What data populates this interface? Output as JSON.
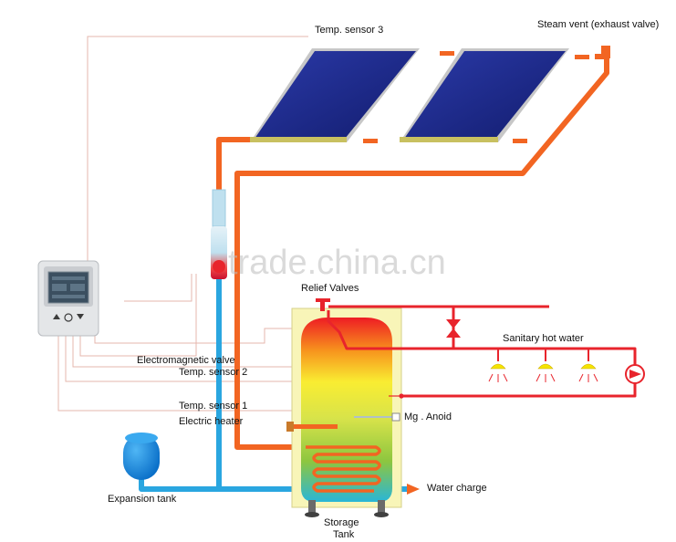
{
  "labels": {
    "sensor3": "Temp. sensor 3",
    "steam_vent": "Steam vent (exhaust valve)",
    "relief_valves": "Relief Valves",
    "sanitary_hot_water": "Sanitary hot water",
    "electromagnetic_valve": "Electromagnetic valve",
    "sensor2": "Temp. sensor 2",
    "sensor1": "Temp. sensor 1",
    "electric_heater": "Electric heater",
    "mg_anoid": "Mg . Anoid",
    "water_charge": "Water charge",
    "expansion_tank": "Expansion tank",
    "storage_line1": "Storage",
    "storage_line2": "Tank"
  },
  "watermark": "trade.china.cn",
  "colors": {
    "hot_pipe": "#f26522",
    "cold_pipe": "#2aa6e0",
    "sanitary_pipe": "#e8242c",
    "collector": "#1b2a8a",
    "tank_frame": "#f7f3b3",
    "expansion_tank": "#1a8fe0",
    "signal_wire": "#e8b8b0"
  }
}
